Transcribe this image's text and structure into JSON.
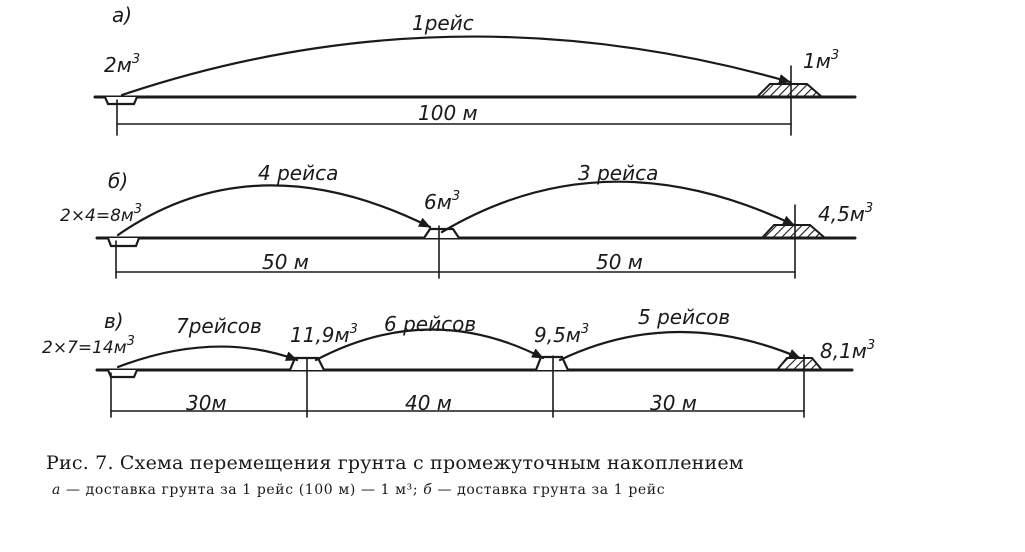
{
  "diagrams": [
    {
      "label": "а)",
      "start_volume": "2м",
      "trips": [
        "1рейс"
      ],
      "intermediate": [],
      "end_volume": "1м",
      "distances": [
        "100 м"
      ]
    },
    {
      "label": "б)",
      "start_volume": "2×4=8м",
      "trips": [
        "4 рейса",
        "3 рейса"
      ],
      "intermediate": [
        "6м"
      ],
      "end_volume": "4,5м",
      "distances": [
        "50 м",
        "50 м"
      ]
    },
    {
      "label": "в)",
      "start_volume": "2×7=14м",
      "trips": [
        "7рейсов",
        "6 рейсов",
        "5 рейсов"
      ],
      "intermediate": [
        "11,9м",
        "9,5м"
      ],
      "end_volume": "8,1м",
      "distances": [
        "30м",
        "40 м",
        "30 м"
      ]
    }
  ],
  "unit_superscript": "3",
  "caption": {
    "title": "Рис. 7. Схема перемещения грунта с промежуточным накоплением",
    "line2_prefix": "а",
    "line2_text": " — доставка грунта за 1 рейс (100 м) — 1 м³; ",
    "line2_prefix2": "б",
    "line2_text2": " — доставка грунта за 1 рейс"
  }
}
